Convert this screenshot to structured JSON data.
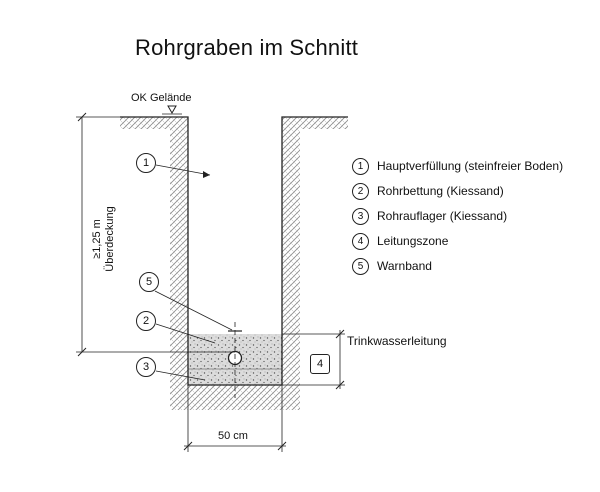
{
  "title": "Rohrgraben im Schnitt",
  "labels": {
    "surface": "OK Gelände",
    "depth": "≥1,25 m",
    "depth_sub": "Überdeckung",
    "pipe": "Trinkwasserleitung",
    "width": "50 cm"
  },
  "callouts": {
    "m1": "1",
    "m2": "2",
    "m3": "3",
    "m4": "4",
    "m5": "5"
  },
  "legend": [
    {
      "num": "1",
      "text": "Hauptverfüllung (steinfreier Boden)"
    },
    {
      "num": "2",
      "text": "Rohrbettung (Kiessand)"
    },
    {
      "num": "3",
      "text": "Rohrauflager (Kiessand)"
    },
    {
      "num": "4",
      "text": "Leitungszone"
    },
    {
      "num": "5",
      "text": "Warnband"
    }
  ],
  "colors": {
    "line": "#222222",
    "soil_hatch": "#7a7a7a",
    "gravel_fill": "#d9d9d9"
  }
}
